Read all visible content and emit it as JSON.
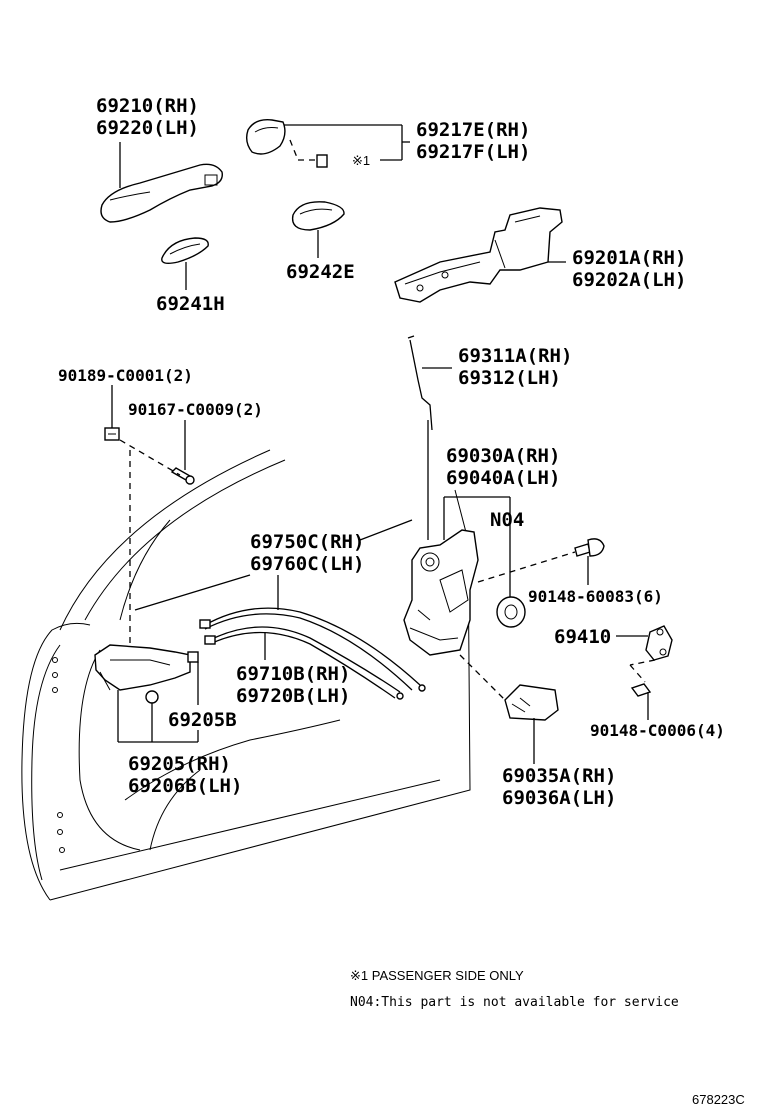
{
  "labels": {
    "handle_outer": [
      "69210(RH)",
      "69220(LH)"
    ],
    "cover": [
      "69217E(RH)",
      "69217F(LH)"
    ],
    "cover_mark": "※1",
    "pad_69242": "69242E",
    "pad_69241": "69241H",
    "frame": [
      "69201A(RH)",
      "69202A(LH)"
    ],
    "rod": [
      "69311A(RH)",
      "69312(LH)"
    ],
    "screw_90189": "90189-C0001(2)",
    "screw_90167": "90167-C0009(2)",
    "lock": [
      "69030A(RH)",
      "69040A(LH)"
    ],
    "lock_note": "N04",
    "cable_upper": [
      "69750C(RH)",
      "69760C(LH)"
    ],
    "screw_90148_6": "90148-60083(6)",
    "striker": "69410",
    "cable_lower": [
      "69710B(RH)",
      "69720B(LH)"
    ],
    "handle_inner_b": "69205B",
    "screw_90148_4": "90148-C0006(4)",
    "handle_inner": [
      "69205(RH)",
      "69206B(LH)"
    ],
    "lock_cover": [
      "69035A(RH)",
      "69036A(LH)"
    ]
  },
  "notes": {
    "note1": "※1 PASSENGER SIDE ONLY",
    "note2": "N04:This part is not available for service"
  },
  "diagram_code": "678223C"
}
